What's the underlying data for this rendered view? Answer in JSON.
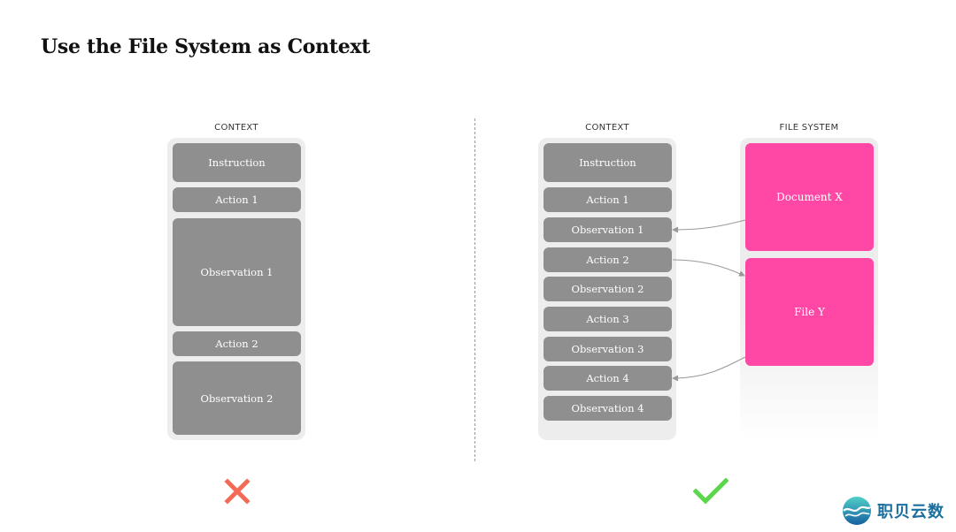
{
  "title": "Use the File System as Context",
  "left": {
    "label": "CONTEXT",
    "blocks": {
      "instruction": "Instruction",
      "action1": "Action 1",
      "observation1": "Observation 1",
      "action2": "Action 2",
      "observation2": "Observation 2"
    },
    "verdict_icon": "cross-icon",
    "verdict_color": "#f36b57"
  },
  "right": {
    "context_label": "CONTEXT",
    "fs_label": "FILE SYSTEM",
    "blocks": {
      "instruction": "Instruction",
      "action1": "Action 1",
      "observation1": "Observation 1",
      "action2": "Action 2",
      "observation2": "Observation 2",
      "action3": "Action 3",
      "observation3": "Observation 3",
      "action4": "Action 4",
      "observation4": "Observation 4"
    },
    "files": {
      "doc": "Document X",
      "file": "File Y"
    },
    "file_color": "#ff48a6",
    "verdict_icon": "check-icon",
    "verdict_color": "#5cd64a"
  },
  "logo": {
    "text": "职贝云数",
    "icon": "wave-globe-icon"
  }
}
